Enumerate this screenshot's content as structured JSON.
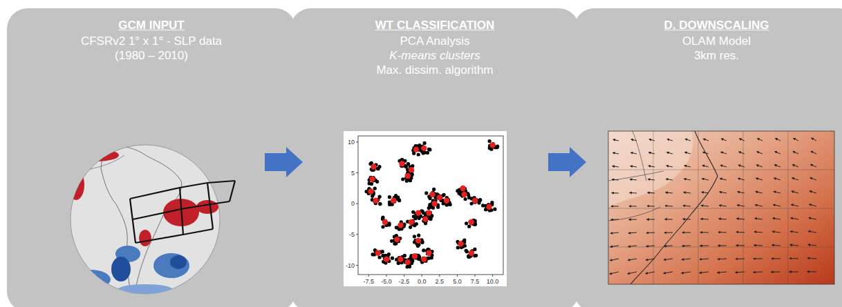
{
  "diagram": {
    "nodes": [
      {
        "text": [
          "GCM INPUT",
          "CFSRv2 1° x 1° - SLP data",
          "(1980 – 2010)"
        ]
      },
      {
        "text": [
          "WT CLASSIFICATION",
          "PCA Analysis",
          "K-means clusters",
          "Max. dissim. algorithm"
        ]
      },
      {
        "text": [
          "D. DOWNSCALING",
          "OLAM Model",
          "3km res."
        ]
      }
    ],
    "edges": [
      {
        "from": 0,
        "to": 1,
        "arrow": "to"
      },
      {
        "from": 1,
        "to": 2,
        "arrow": "to"
      }
    ],
    "labels": [
      "10",
      "5",
      "0",
      "-5",
      "-10",
      "-7.5",
      "-5.0",
      "-2.5",
      "0.0",
      "2.5",
      "5.0",
      "7.5",
      "10.0"
    ]
  }
}
